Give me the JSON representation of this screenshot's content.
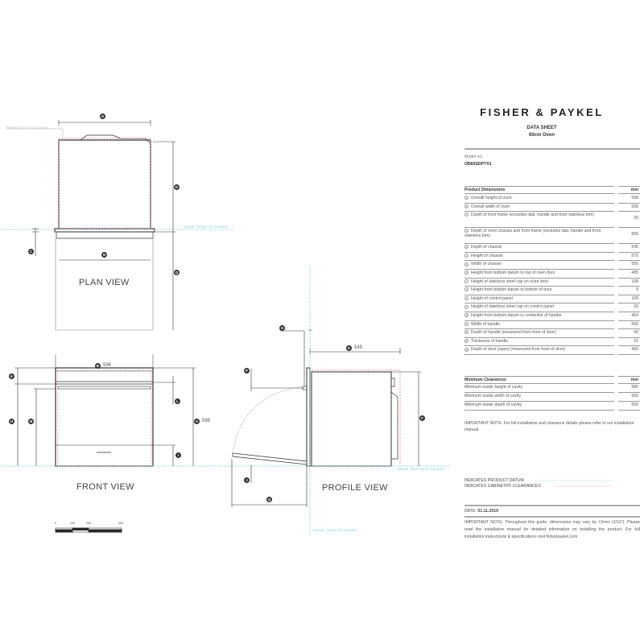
{
  "brand": "FISHER & PAYKEL",
  "doc_title": "DATA SHEET",
  "doc_subtitle": "60cm Oven",
  "model_label": "Model no:",
  "model": "OB60SDPTX1",
  "dimensions": {
    "header": "Product Dimensions",
    "unit": "mm",
    "rows": [
      {
        "id": "A",
        "label": "Overall height of oven",
        "value": "598"
      },
      {
        "id": "B",
        "label": "Overall width of oven",
        "value": "596"
      },
      {
        "id": "C",
        "label": "Depth of front frame (excludes dial, handle and front stainless trim)",
        "value": "20"
      },
      {
        "id": "D",
        "label": "Depth of oven chassis and front frame (excludes dial, handle and front stainless trim)",
        "value": "565"
      },
      {
        "id": "E",
        "label": "Depth of chassis",
        "value": "545"
      },
      {
        "id": "F",
        "label": "Height of chassis",
        "value": "575"
      },
      {
        "id": "G",
        "label": "Width of chassis",
        "value": "556"
      },
      {
        "id": "H",
        "label": "Height from bottom datum to top of oven door",
        "value": "485"
      },
      {
        "id": "I",
        "label": "Height of stainless steel cap on oven door",
        "value": "108"
      },
      {
        "id": "J",
        "label": "Height from bottom datum to bottom of door",
        "value": "9"
      },
      {
        "id": "K",
        "label": "Height of control panel",
        "value": "100"
      },
      {
        "id": "L",
        "label": "Height of stainless steel cap on control panel",
        "value": "20"
      },
      {
        "id": "M",
        "label": "Height from bottom datum to centerline of handle",
        "value": "464"
      },
      {
        "id": "N",
        "label": "Width of handle",
        "value": "565"
      },
      {
        "id": "O",
        "label": "Depth of handle (measured from front of door)",
        "value": "42"
      },
      {
        "id": "P",
        "label": "Thickness of handle",
        "value": "16"
      },
      {
        "id": "Q",
        "label": "Depth of door (open) (measured from front of door)",
        "value": "460"
      }
    ]
  },
  "clearances": {
    "header": "Minimum Clearances",
    "unit": "mm",
    "rows": [
      {
        "label": "Minimum inside height of cavity",
        "value": "580"
      },
      {
        "label": "Minimum inside width of cavity",
        "value": "560"
      },
      {
        "label": "Minimum inside depth of cavity",
        "value": "550"
      }
    ]
  },
  "note1": "IMPORTANT NOTE: For full installation and clearance details please refer to our installation manual.",
  "legend": {
    "datum": "INDICATES PRODUCT DATUM",
    "clearance": "INDICATES CABINETRY CLEARANCES",
    "datum_color": "#6cc3d8",
    "clearance_color": "#e0747a"
  },
  "date_label": "DATE:",
  "date": "01.11.2019",
  "note2": "IMPORTANT NOTE: Throughout this guide, dimensions may vary by ±2mm (1/16\"). Please read the installation manual for detailed information on installing the product. For full installation instructions & specifications visit fisherpaykel.com",
  "drawings": {
    "plan_title": "PLAN VIEW",
    "front_title": "FRONT VIEW",
    "profile_title": "PROFILE VIEW",
    "power_outlet": "POWER OUTLET LOCATION",
    "datum_front": "DATUM - FRONT OF CHASSIS",
    "datum_bottom": "DATUM - BOTTOM OF CHASSIS",
    "front_width": "596",
    "front_height": "598",
    "profile_depth": "545",
    "scale": [
      "0",
      "100",
      "200",
      "400"
    ]
  }
}
